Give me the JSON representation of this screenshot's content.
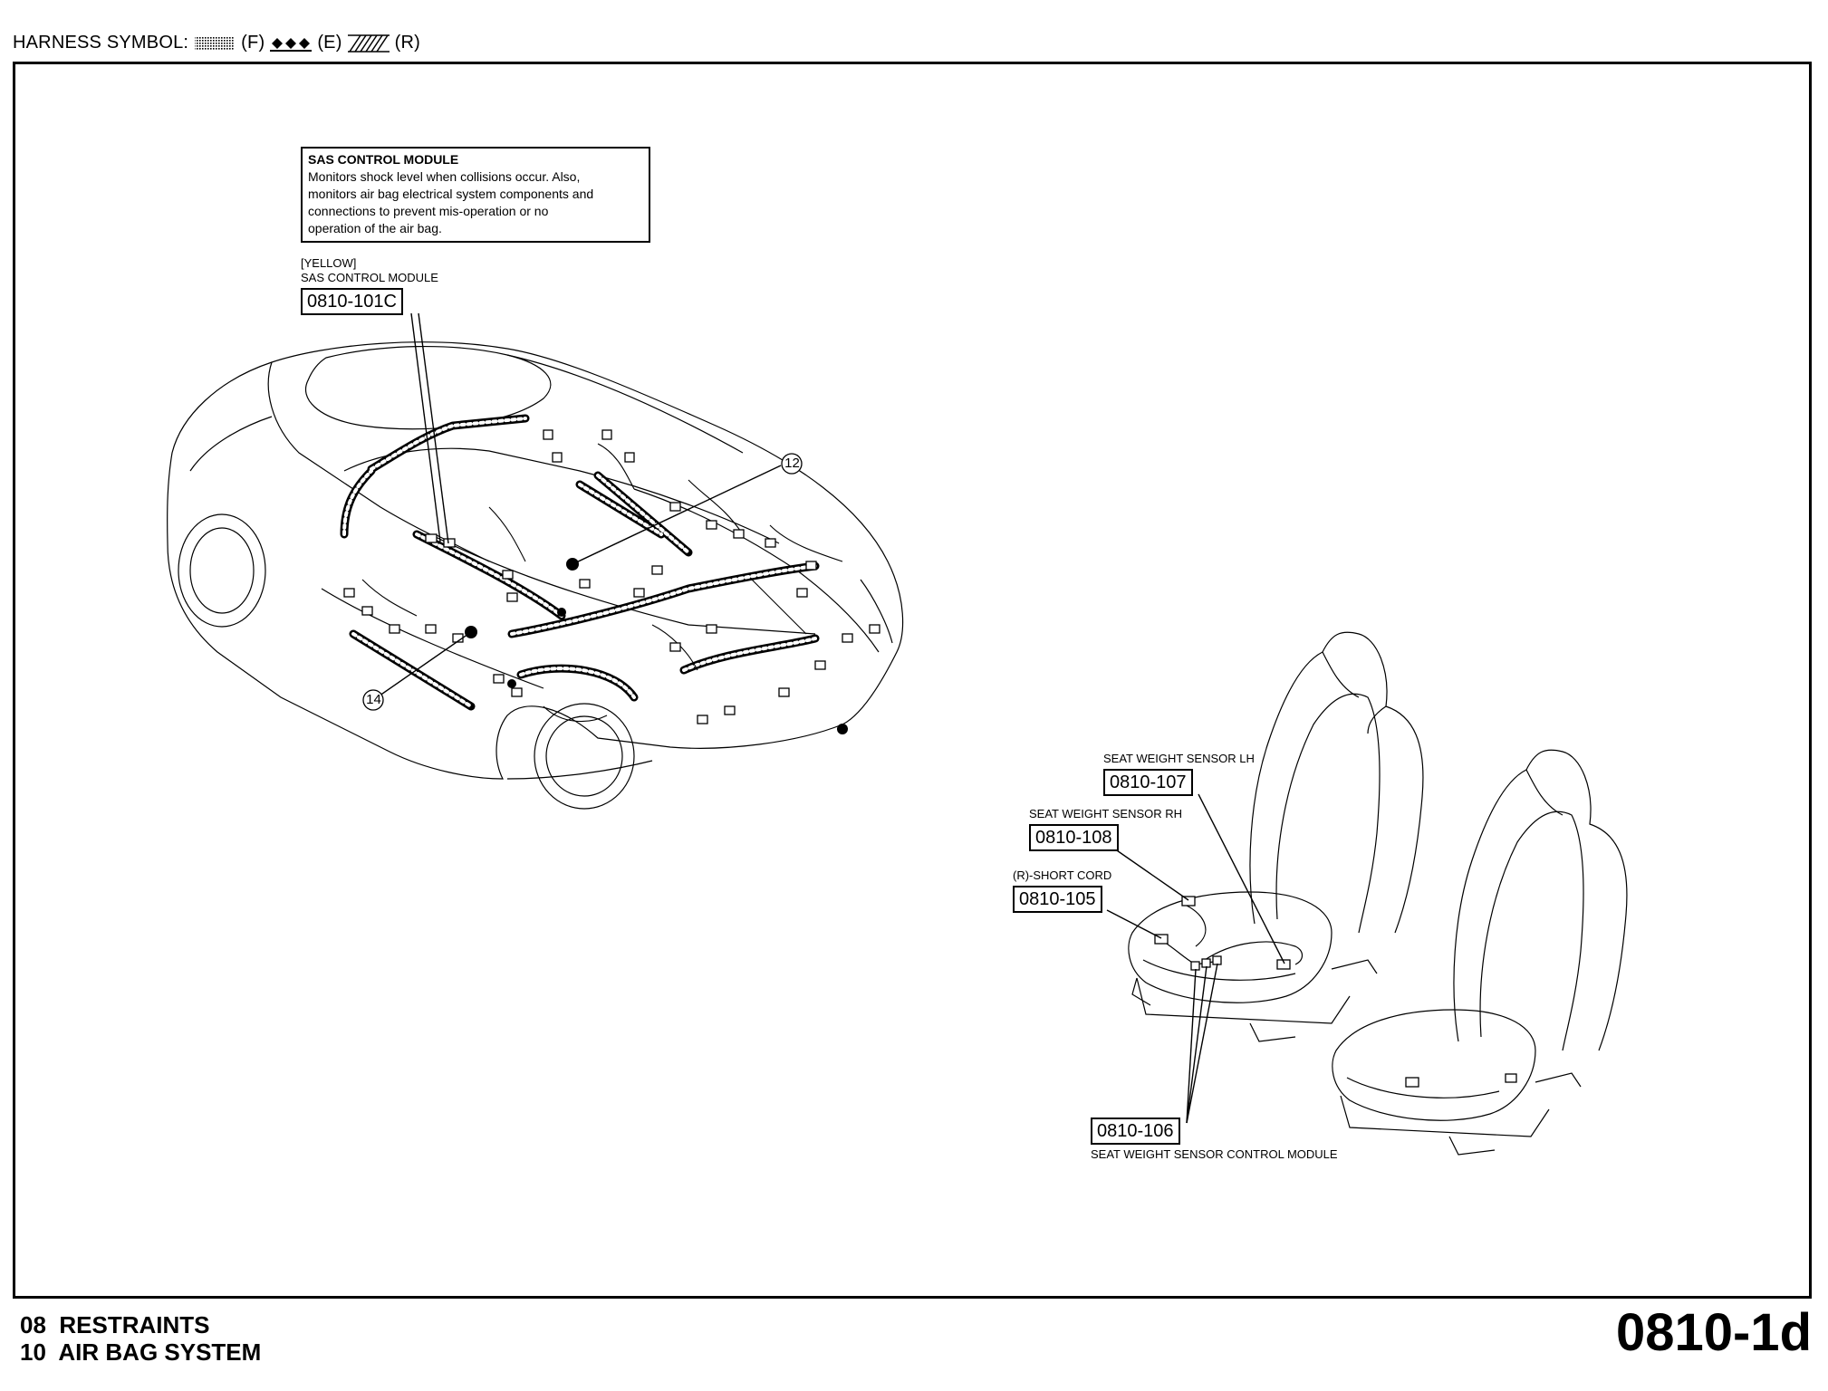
{
  "header": {
    "harness_symbol_label": "HARNESS SYMBOL:",
    "symbols": [
      {
        "code": "(F)",
        "icon": "dotted-pattern-icon"
      },
      {
        "code": "(E)",
        "icon": "diamond-chain-icon"
      },
      {
        "code": "(R)",
        "icon": "diagonal-hatch-icon"
      }
    ]
  },
  "info_box": {
    "title": "SAS CONTROL MODULE",
    "lines": [
      "Monitors shock level when collisions occur. Also,",
      "monitors air bag electrical system components and",
      "connections to prevent mis-operation or no",
      "operation of the air bag."
    ]
  },
  "callouts": {
    "sas_color": "[YELLOW]",
    "sas_label": "SAS CONTROL MODULE",
    "sas_code": "0810-101C",
    "ref_12": "12",
    "ref_14": "14",
    "lh_label": "SEAT WEIGHT SENSOR LH",
    "lh_code": "0810-107",
    "rh_label": "SEAT WEIGHT SENSOR RH",
    "rh_code": "0810-108",
    "short_label": "(R)-SHORT CORD",
    "short_code": "0810-105",
    "module_code": "0810-106",
    "module_label": "SEAT WEIGHT SENSOR CONTROL MODULE"
  },
  "footer": {
    "section_line1": "08  RESTRAINTS",
    "section_line2": "10  AIR BAG SYSTEM",
    "page_number": "0810-1d"
  }
}
